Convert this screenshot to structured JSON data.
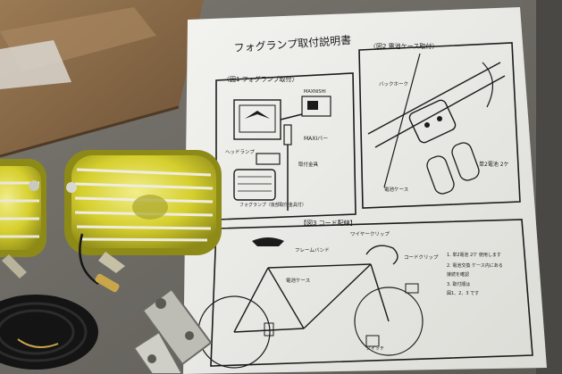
{
  "manual": {
    "title": "フォグランプ取付説明書",
    "fig1_title": "〈図1 フォグランプ取付〉",
    "fig2_title": "〈図2 電池ケース取付〉",
    "fig3_title": "【図3 コード配線】",
    "fig1_labels": {
      "brand": "MAXNISHI",
      "lamp": "ヘッドランプ",
      "mount": "MAXIバー",
      "fog_lamp": "フォグランプ（後部取付金具付）",
      "stay": "取付金具"
    },
    "fig2_labels": {
      "fork": "バックホーク",
      "case": "電池ケース",
      "battery": "単2電池 2ケ"
    },
    "fig3_labels": {
      "frame_band": "フレームバンド",
      "wire_clip": "ワイヤークリップ",
      "cord_clip": "コードクリップ",
      "battery_case": "電池ケース",
      "switch": "スイッチ",
      "notes": [
        "1. 単2電池 2ケ 使用します",
        "2. 電池交換 ケース内にある",
        "   接続を確認",
        "3. 取付順は",
        "   図1、2、3 です"
      ]
    }
  },
  "colors": {
    "table": "#6f6c66",
    "box": "#8a6b48",
    "paper": "#efefec",
    "lens": "#d8d23a",
    "chrome": "#c9c9c0",
    "ink": "#1b1b1b"
  }
}
